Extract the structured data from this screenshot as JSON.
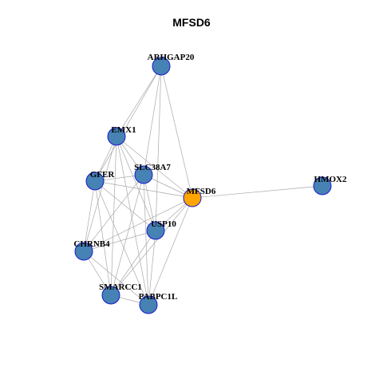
{
  "title": "MFSD6",
  "colors": {
    "node_default": "#4682b4",
    "node_focus": "#ffa500",
    "node_border": "#1a1acd",
    "edge": "#a9a9a9"
  },
  "nodes": [
    {
      "id": "ARHGAP20",
      "label": "ARHGAP20",
      "focus": false
    },
    {
      "id": "EMX1",
      "label": "EMX1",
      "focus": false
    },
    {
      "id": "GFER",
      "label": "GFER",
      "focus": false
    },
    {
      "id": "SLC38A7",
      "label": "SLC38A7",
      "focus": false
    },
    {
      "id": "MFSD6",
      "label": "MFSD6",
      "focus": true
    },
    {
      "id": "HMOX2",
      "label": "HMOX2",
      "focus": false
    },
    {
      "id": "USP10",
      "label": "USP10",
      "focus": false
    },
    {
      "id": "CHRNB4",
      "label": "CHRNB4",
      "focus": false
    },
    {
      "id": "SMARCC1",
      "label": "SMARCC1",
      "focus": false
    },
    {
      "id": "PABPC1L",
      "label": "PABPC1L",
      "focus": false
    }
  ],
  "edges": [
    [
      "ARHGAP20",
      "EMX1"
    ],
    [
      "ARHGAP20",
      "GFER"
    ],
    [
      "ARHGAP20",
      "SLC38A7"
    ],
    [
      "ARHGAP20",
      "MFSD6"
    ],
    [
      "ARHGAP20",
      "USP10"
    ],
    [
      "EMX1",
      "GFER"
    ],
    [
      "EMX1",
      "SLC38A7"
    ],
    [
      "EMX1",
      "MFSD6"
    ],
    [
      "EMX1",
      "USP10"
    ],
    [
      "EMX1",
      "CHRNB4"
    ],
    [
      "EMX1",
      "SMARCC1"
    ],
    [
      "EMX1",
      "PABPC1L"
    ],
    [
      "GFER",
      "SLC38A7"
    ],
    [
      "GFER",
      "MFSD6"
    ],
    [
      "GFER",
      "USP10"
    ],
    [
      "GFER",
      "CHRNB4"
    ],
    [
      "GFER",
      "SMARCC1"
    ],
    [
      "GFER",
      "PABPC1L"
    ],
    [
      "SLC38A7",
      "MFSD6"
    ],
    [
      "SLC38A7",
      "USP10"
    ],
    [
      "SLC38A7",
      "CHRNB4"
    ],
    [
      "SLC38A7",
      "SMARCC1"
    ],
    [
      "SLC38A7",
      "PABPC1L"
    ],
    [
      "MFSD6",
      "HMOX2"
    ],
    [
      "MFSD6",
      "USP10"
    ],
    [
      "MFSD6",
      "CHRNB4"
    ],
    [
      "MFSD6",
      "SMARCC1"
    ],
    [
      "MFSD6",
      "PABPC1L"
    ],
    [
      "USP10",
      "CHRNB4"
    ],
    [
      "USP10",
      "SMARCC1"
    ],
    [
      "USP10",
      "PABPC1L"
    ],
    [
      "CHRNB4",
      "SMARCC1"
    ],
    [
      "CHRNB4",
      "PABPC1L"
    ],
    [
      "SMARCC1",
      "PABPC1L"
    ]
  ]
}
